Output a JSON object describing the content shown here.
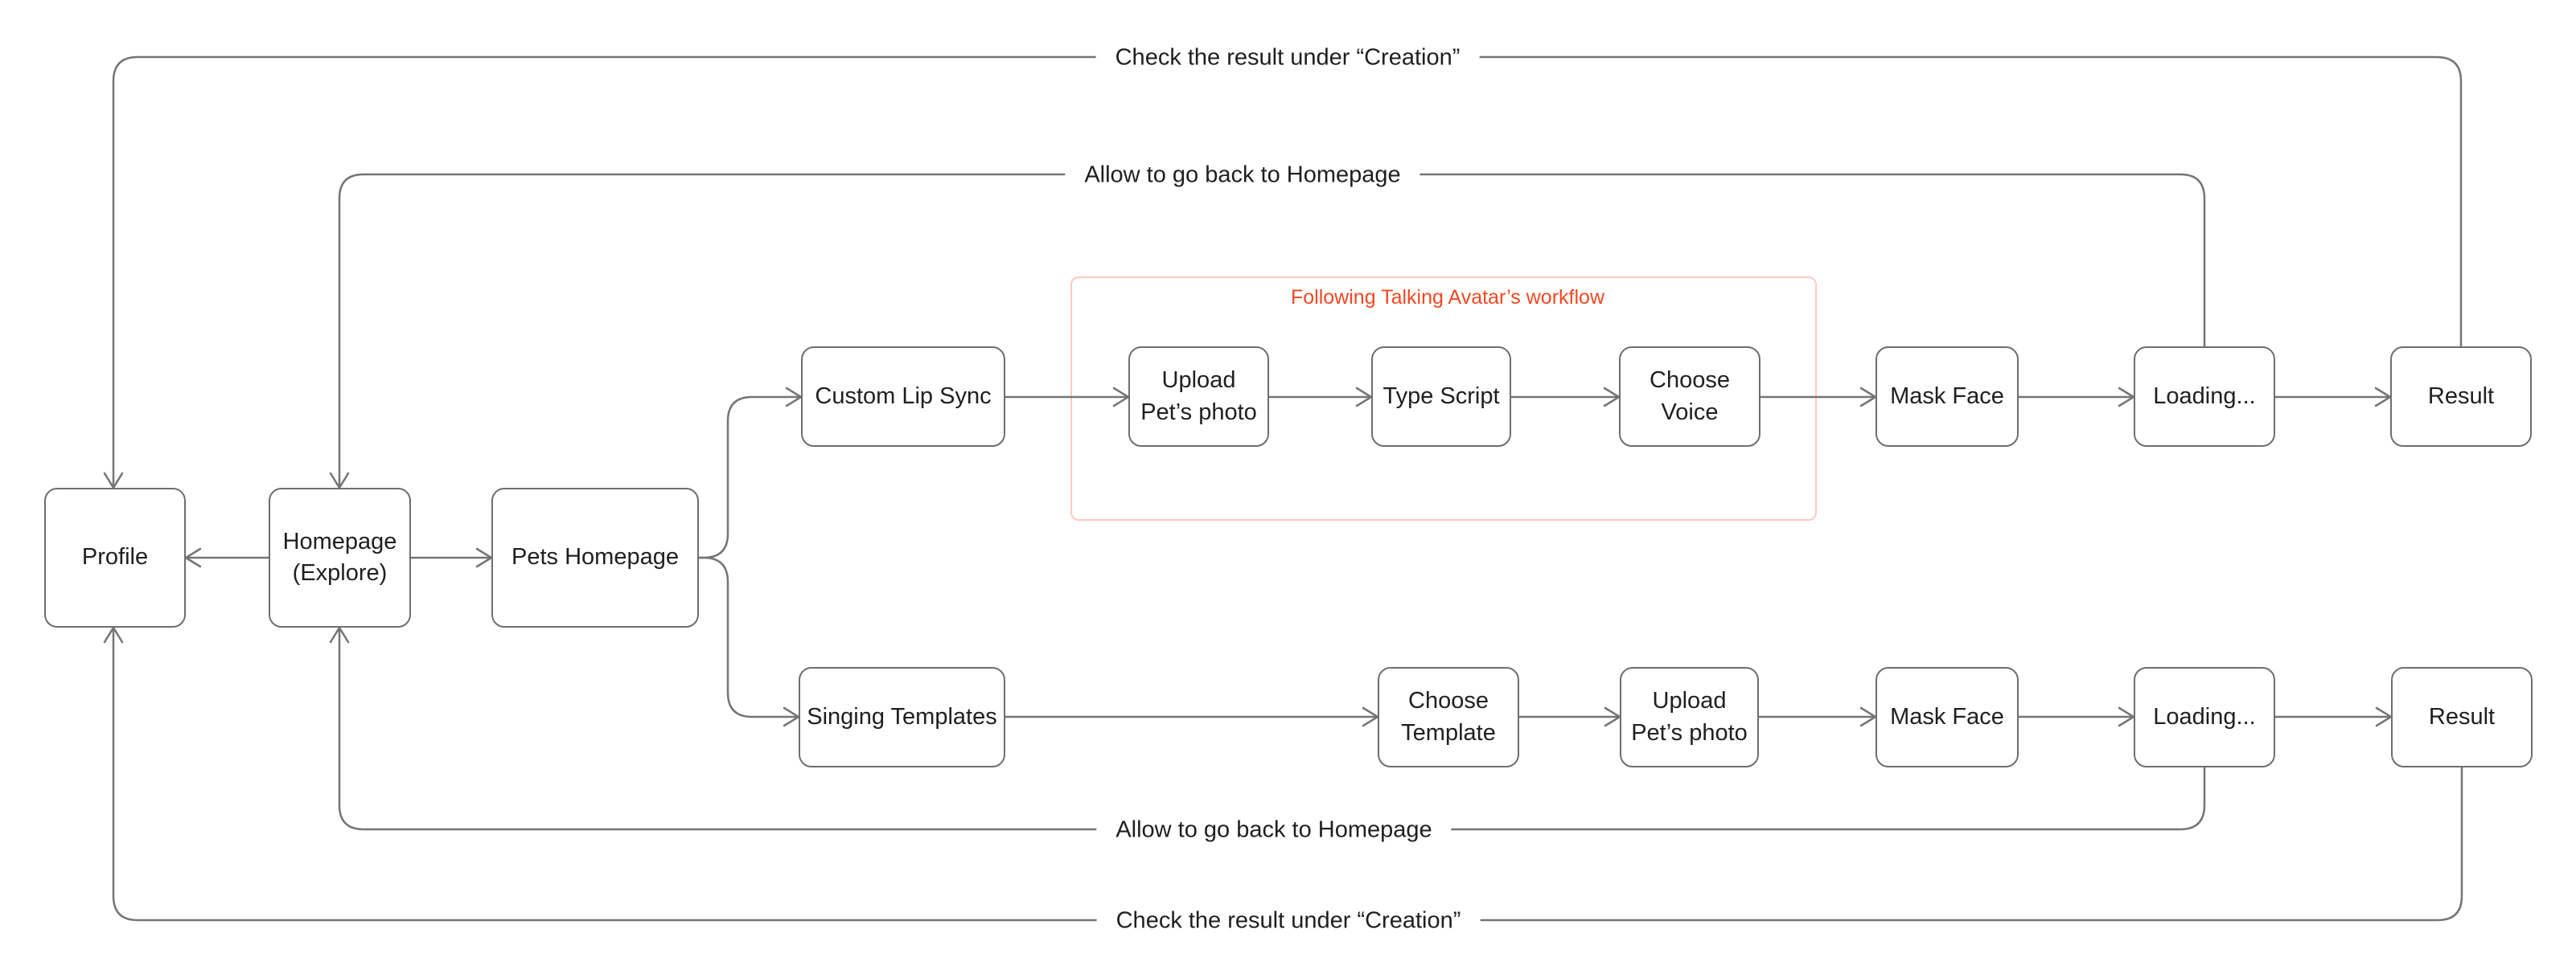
{
  "diagram": {
    "type": "flowchart",
    "edge_labels": {
      "check_result_top": "Check the result under “Creation”",
      "allow_back_top": "Allow to go back to Homepage",
      "allow_back_bottom": "Allow to go back to Homepage",
      "check_result_bottom": "Check the result under “Creation”"
    },
    "group": {
      "label": "Following Talking Avatar’s workflow"
    },
    "nodes": {
      "profile": "Profile",
      "homepage": "Homepage (Explore)",
      "pets_homepage": "Pets Homepage",
      "custom_lip_sync": "Custom Lip Sync",
      "upload_pets_photo_top": "Upload Pet’s photo",
      "type_script": "Type Script",
      "choose_voice": "Choose Voice",
      "mask_face_top": "Mask Face",
      "loading_top": "Loading...",
      "result_top": "Result",
      "singing_templates": "Singing Templates",
      "choose_template": "Choose Template",
      "upload_pets_photo_bottom": "Upload Pet’s photo",
      "mask_face_bottom": "Mask Face",
      "loading_bottom": "Loading...",
      "result_bottom": "Result"
    },
    "flows": {
      "top_branch": [
        "Pets Homepage",
        "Custom Lip Sync",
        "Upload Pet’s photo",
        "Type Script",
        "Choose Voice",
        "Mask Face",
        "Loading...",
        "Result"
      ],
      "bottom_branch": [
        "Pets Homepage",
        "Singing Templates",
        "Choose Template",
        "Upload Pet’s photo",
        "Mask Face",
        "Loading...",
        "Result"
      ]
    },
    "colors": {
      "connector": "#757575",
      "node_border": "#6e6e6e",
      "node_text": "#1f1f1f",
      "group_border": "#ffc9c2",
      "group_label_text": "#f24822",
      "background": "#ffffff"
    }
  }
}
